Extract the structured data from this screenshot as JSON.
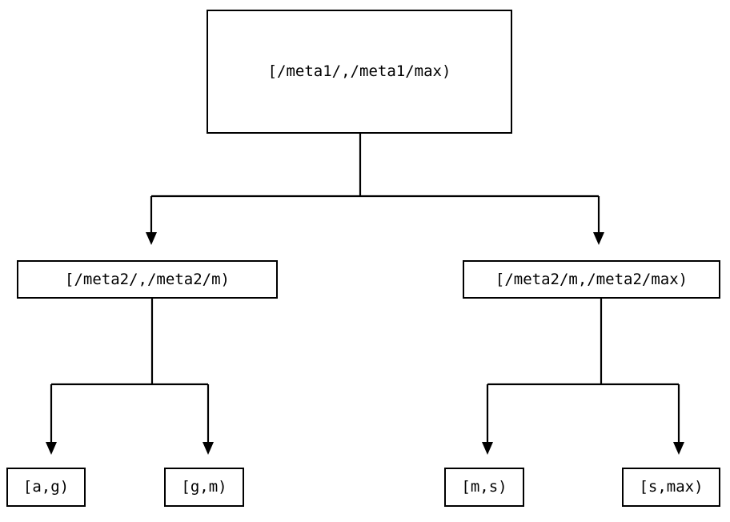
{
  "diagram": {
    "type": "tree",
    "title": "",
    "background_color": "#ffffff",
    "line_color": "#000000",
    "text_color": "#000000",
    "nodes": {
      "root": {
        "label": "[/meta1/,/meta1/max)"
      },
      "mid_left": {
        "label": "[/meta2/,/meta2/m)"
      },
      "mid_right": {
        "label": "[/meta2/m,/meta2/max)"
      },
      "leaf_ag": {
        "label": "[a,g)"
      },
      "leaf_gm": {
        "label": "[g,m)"
      },
      "leaf_ms": {
        "label": "[m,s)"
      },
      "leaf_smax": {
        "label": "[s,max)"
      }
    },
    "edges": [
      {
        "from": "root",
        "to": "mid_left",
        "arrow": "down-triangle"
      },
      {
        "from": "root",
        "to": "mid_right",
        "arrow": "down-triangle"
      },
      {
        "from": "mid_left",
        "to": "leaf_ag",
        "arrow": "down-triangle"
      },
      {
        "from": "mid_left",
        "to": "leaf_gm",
        "arrow": "down-triangle"
      },
      {
        "from": "mid_right",
        "to": "leaf_ms",
        "arrow": "down-triangle"
      },
      {
        "from": "mid_right",
        "to": "leaf_smax",
        "arrow": "down-triangle"
      }
    ]
  }
}
